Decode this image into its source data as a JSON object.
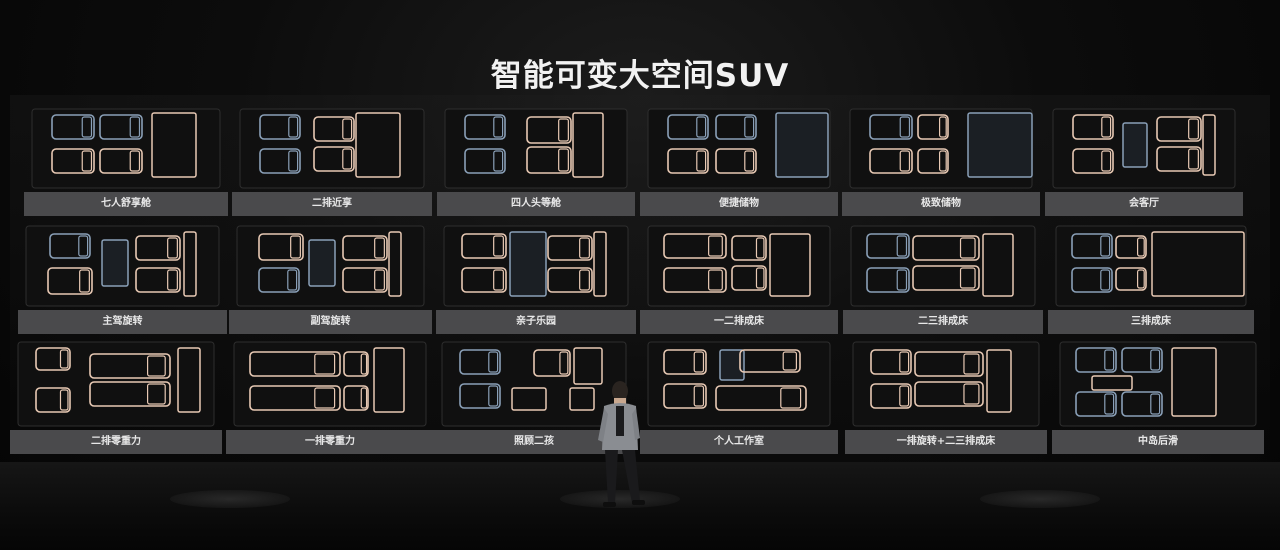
{
  "title": "智能可变大空间SUV",
  "colors": {
    "seat": "#e8c9b4",
    "seat_dark": "#8aa0b8",
    "background": "#050505",
    "label_bar": "#4a4a4c"
  },
  "layouts": [
    {
      "label": "七人舒享舱",
      "kind": "seven"
    },
    {
      "label": "二排近享",
      "kind": "row2near"
    },
    {
      "label": "四人头等舱",
      "kind": "four"
    },
    {
      "label": "便捷储物",
      "kind": "storage"
    },
    {
      "label": "极致储物",
      "kind": "storage2"
    },
    {
      "label": "会客厅",
      "kind": "lounge"
    },
    {
      "label": "主驾旋转",
      "kind": "driverrot"
    },
    {
      "label": "副驾旋转",
      "kind": "passrot"
    },
    {
      "label": "亲子乐园",
      "kind": "kids"
    },
    {
      "label": "一二排成床",
      "kind": "bed12"
    },
    {
      "label": "二三排成床",
      "kind": "bed23"
    },
    {
      "label": "三排成床",
      "kind": "bed3"
    },
    {
      "label": "二排零重力",
      "kind": "zerog2"
    },
    {
      "label": "一排零重力",
      "kind": "zerog1"
    },
    {
      "label": "照顾二孩",
      "kind": "care"
    },
    {
      "label": "个人工作室",
      "kind": "studio"
    },
    {
      "label": "一排旋转+二三排成床",
      "kind": "rotbed"
    },
    {
      "label": "中岛后滑",
      "kind": "island"
    }
  ]
}
